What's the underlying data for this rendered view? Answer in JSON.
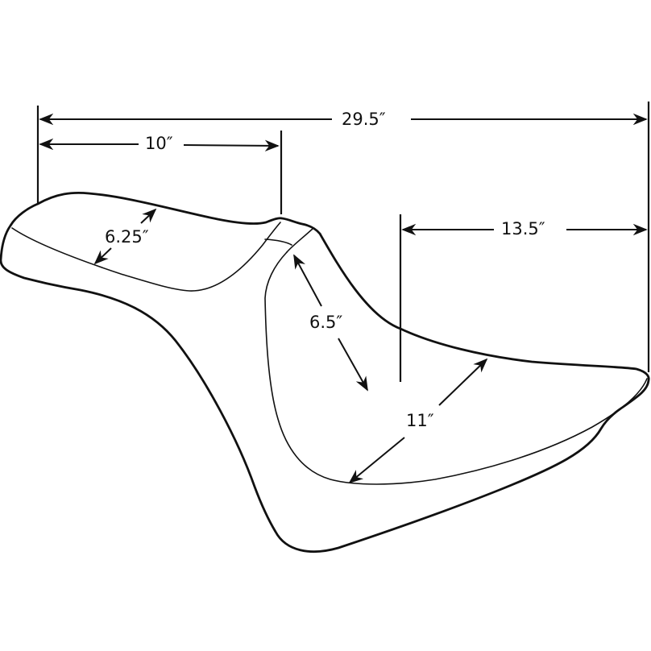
{
  "diagram": {
    "subject": "Motorcycle two-up seat dimension drawing",
    "line_color": "#111111",
    "background": "#ffffff",
    "dimensions": {
      "overall_length": "29.5″",
      "driver_seat_length": "10″",
      "passenger_width": "6.25″",
      "rear_section_length": "13.5″",
      "driver_backrest_height": "6.5″",
      "driver_seat_width": "11″"
    }
  }
}
